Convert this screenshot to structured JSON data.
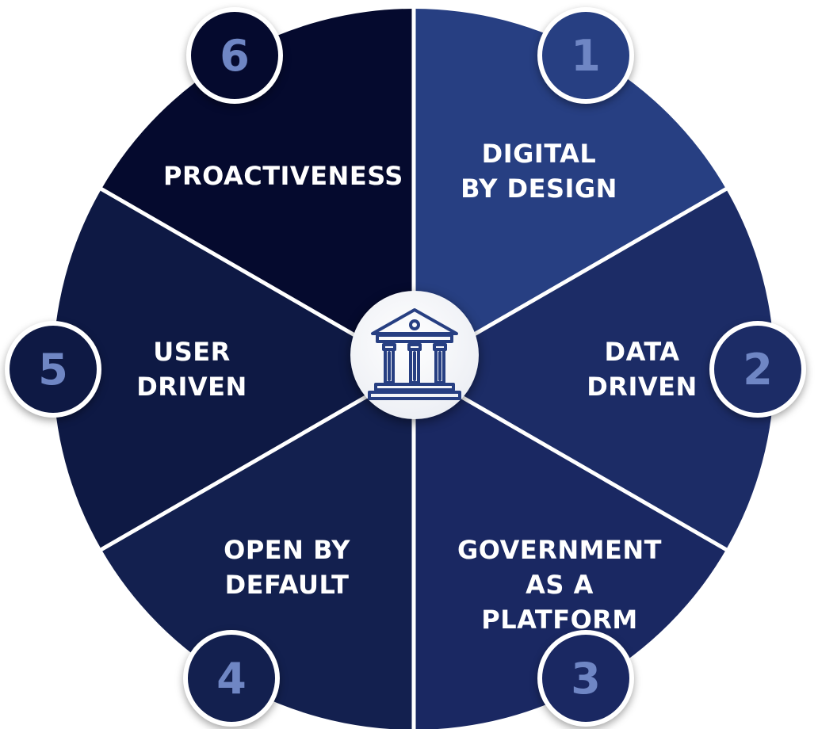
{
  "diagram": {
    "center_icon": "government-building-icon",
    "colors": {
      "segment_1": "#273f82",
      "segment_2": "#1c2c66",
      "segment_3": "#1a2862",
      "segment_4": "#13204f",
      "segment_5": "#0e1944",
      "segment_6": "#050a2e",
      "badge_number": "#6f86c4",
      "divider": "#ffffff"
    },
    "segments": [
      {
        "number": "1",
        "lines": [
          "DIGITAL",
          "BY DESIGN"
        ]
      },
      {
        "number": "2",
        "lines": [
          "DATA",
          "DRIVEN"
        ]
      },
      {
        "number": "3",
        "lines": [
          "GOVERNMENT",
          "AS A PLATFORM"
        ]
      },
      {
        "number": "4",
        "lines": [
          "OPEN BY",
          "DEFAULT"
        ]
      },
      {
        "number": "5",
        "lines": [
          "USER",
          "DRIVEN"
        ]
      },
      {
        "number": "6",
        "lines": [
          "PROACTIVENESS"
        ]
      }
    ]
  }
}
